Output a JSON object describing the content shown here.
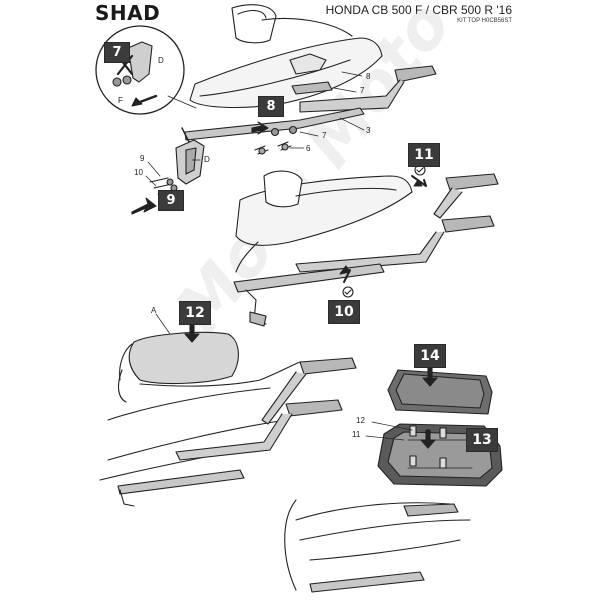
{
  "header": {
    "brand": "SHAD",
    "model": "HONDA CB 500 F / CBR 500 R '16",
    "kit": "KIT TOP H0CB56ST"
  },
  "steps": {
    "s7": "7",
    "s8": "8",
    "s9": "9",
    "s10": "10",
    "s11": "11",
    "s12": "12",
    "s13": "13",
    "s14": "14"
  },
  "callouts": {
    "d1": "D",
    "f": "F",
    "d2": "D",
    "a": "A",
    "n8": "8",
    "n7a": "7",
    "n3": "3",
    "n7b": "7",
    "n6": "6",
    "n9": "9",
    "n10": "10",
    "n12": "12",
    "n11": "11"
  },
  "watermark": "Moto Moto",
  "colors": {
    "step_box": "#3b3b3b",
    "line": "#222222",
    "part_fill": "#b8b8b8",
    "plate_fill": "#6e6e6e"
  }
}
